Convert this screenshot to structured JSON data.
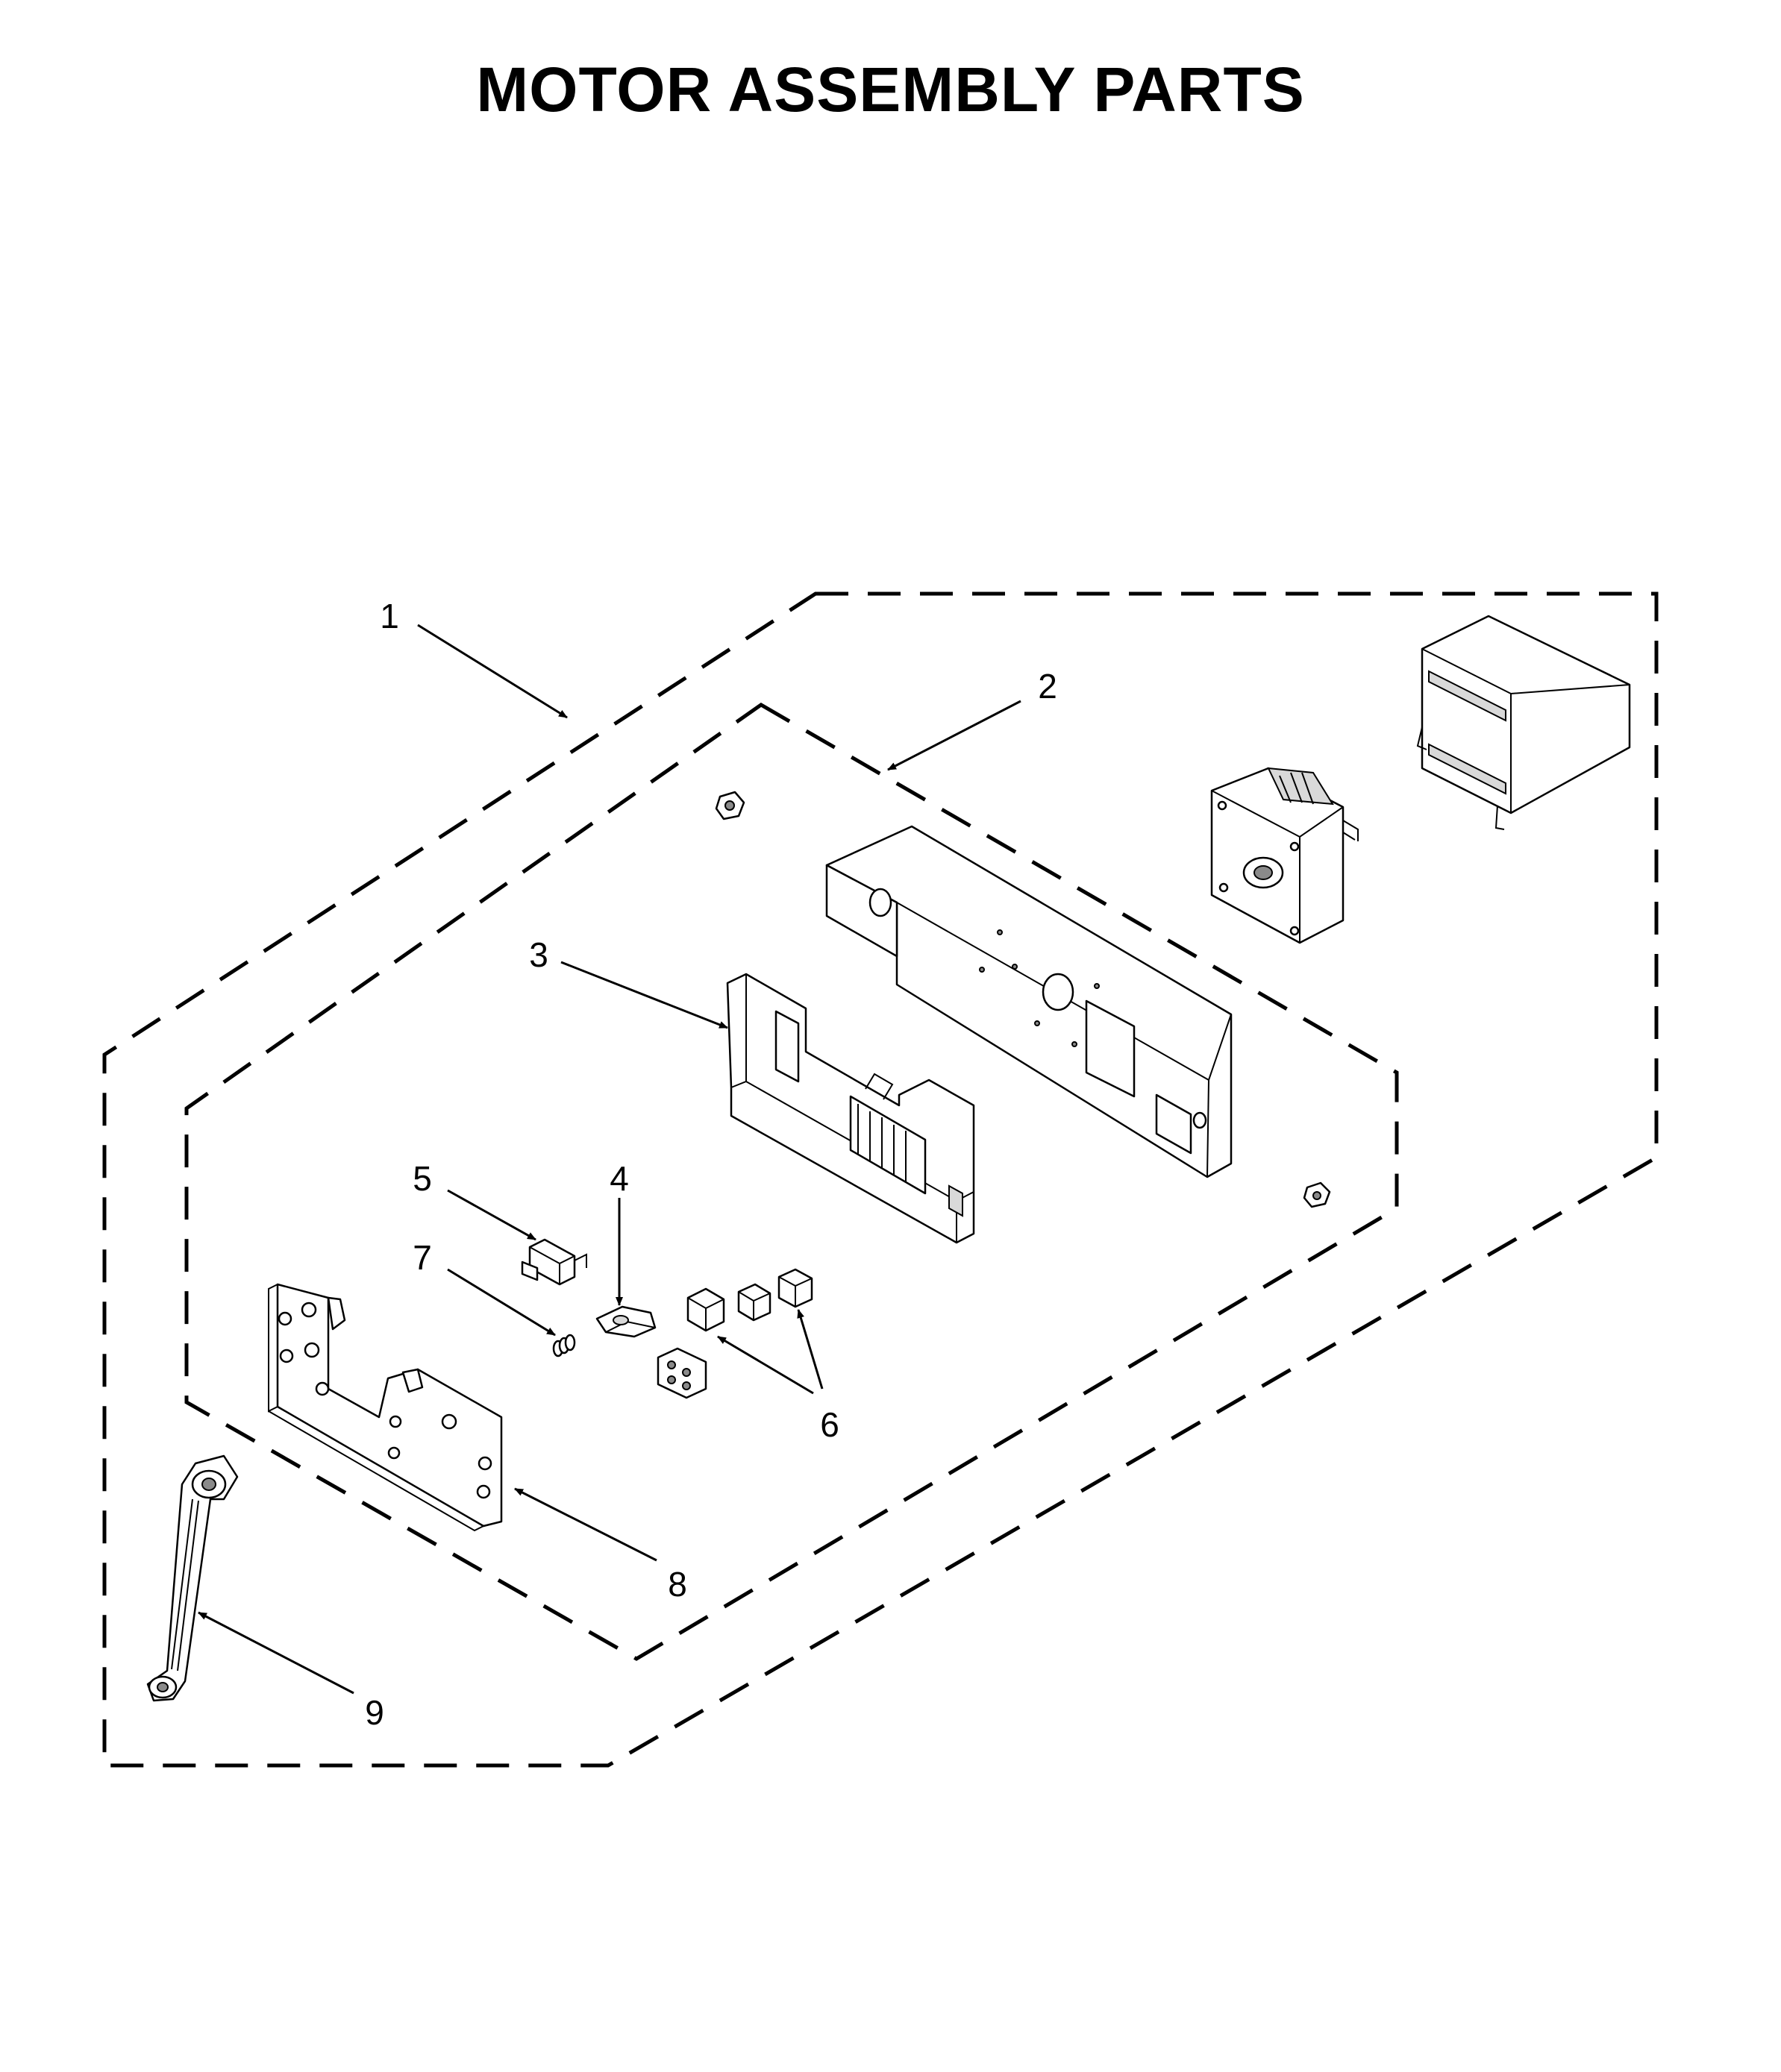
{
  "title": "MOTOR ASSEMBLY PARTS",
  "callouts": {
    "c1": "1",
    "c2": "2",
    "c3": "3",
    "c4": "4",
    "c5": "5",
    "c6": "6",
    "c7": "7",
    "c8": "8",
    "c9": "9"
  }
}
